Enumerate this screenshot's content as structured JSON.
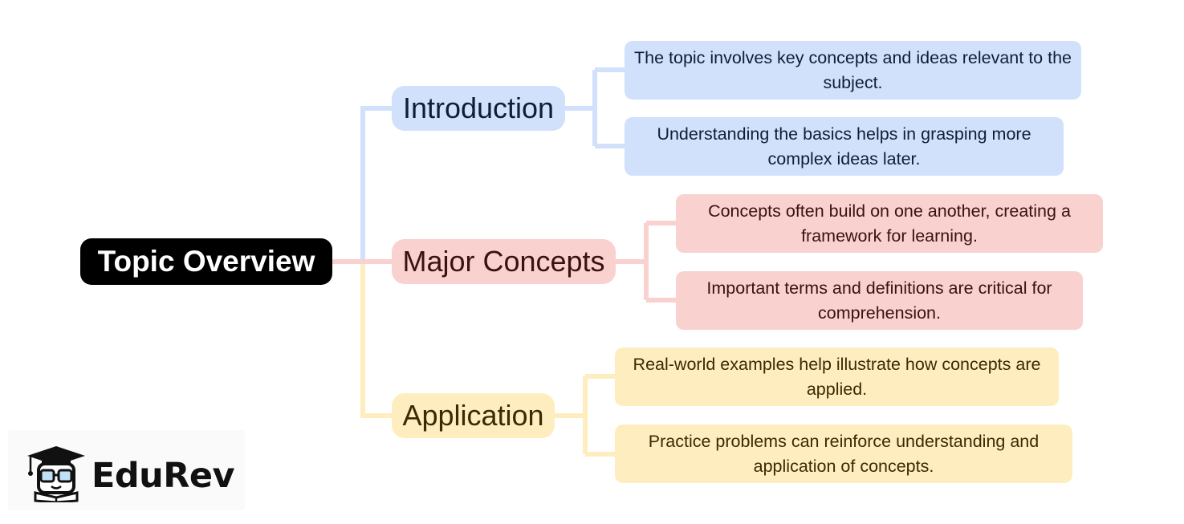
{
  "diagram": {
    "root": {
      "label": "Topic Overview"
    },
    "branches": [
      {
        "label": "Introduction",
        "color": "#d2e1fb",
        "children": [
          "The topic involves key concepts and ideas relevant to the subject.",
          "Understanding the basics helps in grasping more complex ideas later."
        ]
      },
      {
        "label": "Major Concepts",
        "color": "#f9d1ce",
        "children": [
          "Concepts often build on one another, creating a framework for learning.",
          "Important terms and definitions are critical for comprehension."
        ]
      },
      {
        "label": "Application",
        "color": "#feeebf",
        "children": [
          "Real-world examples help illustrate how concepts are applied.",
          "Practice problems can reinforce understanding and application of concepts."
        ]
      }
    ]
  },
  "logo": {
    "text": "EduRev",
    "icon": "graduate-mascot-icon"
  }
}
